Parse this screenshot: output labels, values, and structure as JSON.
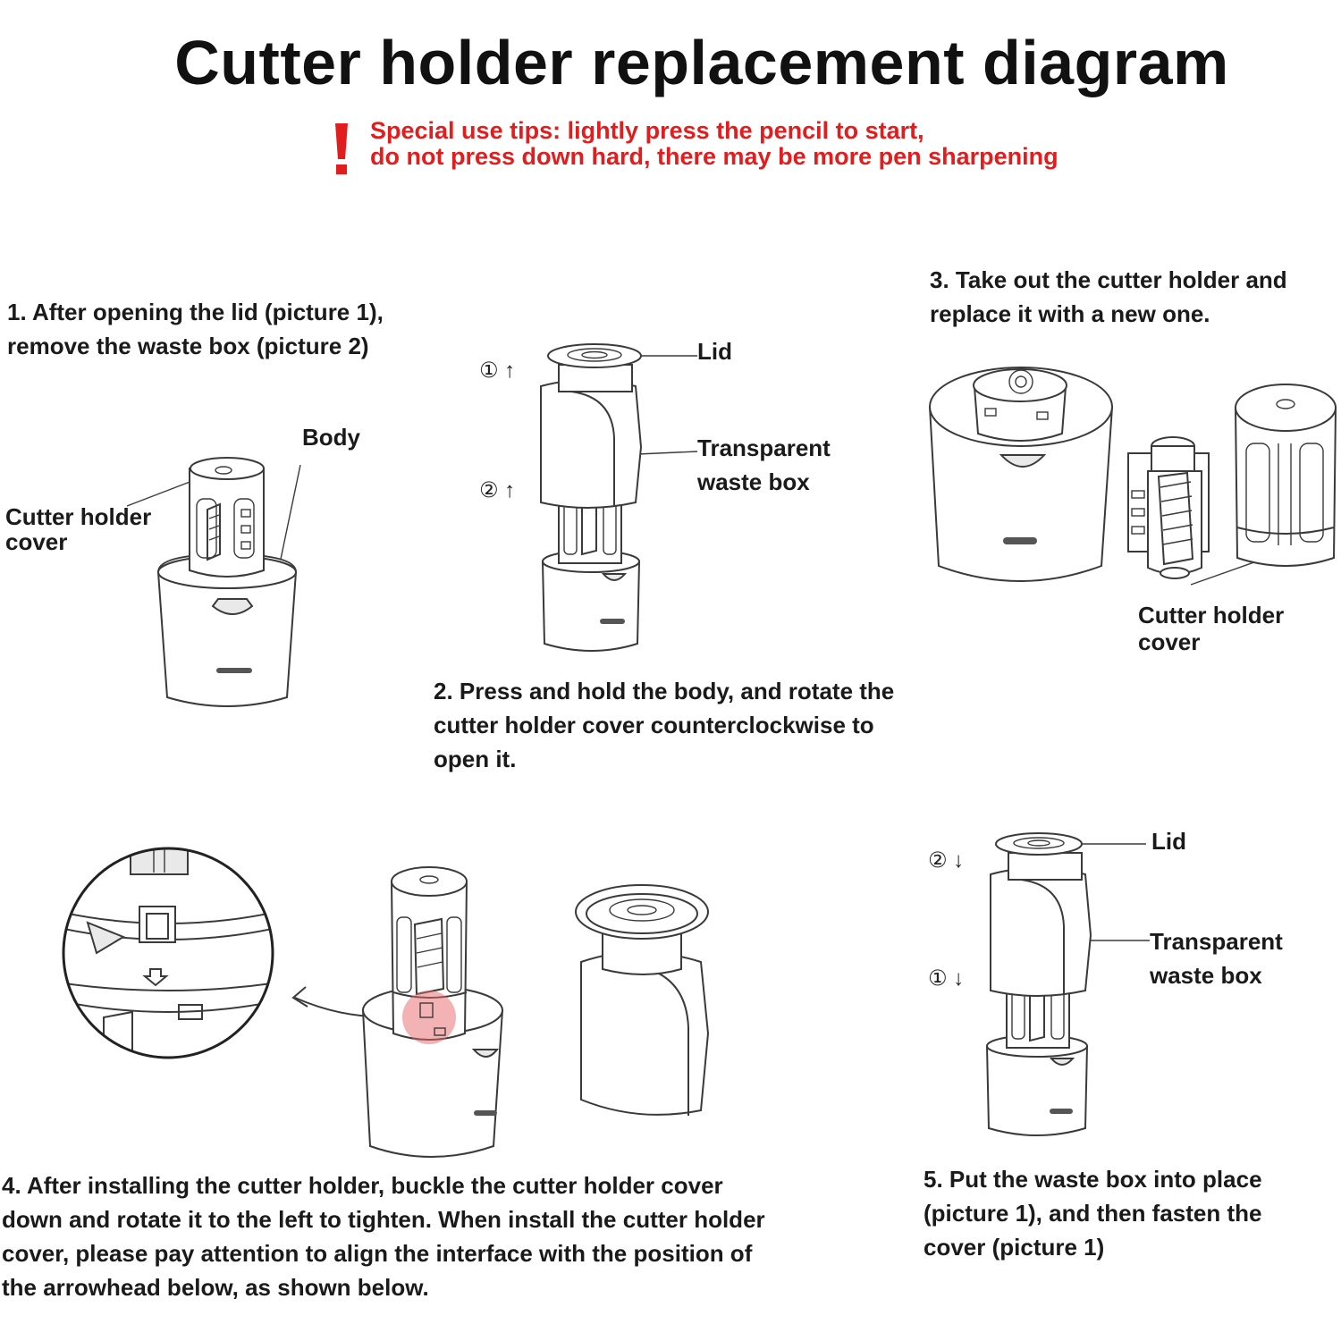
{
  "title": "Cutter holder replacement diagram",
  "tip": {
    "line1": "Special use tips: lightly press the pencil to start,",
    "line2": "do not press down hard, there may be more pen sharpening",
    "color": "#e21d1d"
  },
  "step1": {
    "line1": "1. After opening the lid (picture 1),",
    "line2": "remove the waste box (picture 2)",
    "label_body": "Body",
    "label_cover_1": "Cutter holder",
    "label_cover_2": "cover"
  },
  "step2": {
    "line1": "2. Press and hold the body, and rotate the",
    "line2": "cutter holder cover counterclockwise to",
    "line3": "open it.",
    "marker1": "① ↑",
    "marker2": "② ↑",
    "label_lid": "Lid",
    "label_box_1": "Transparent",
    "label_box_2": "waste box"
  },
  "step3": {
    "line1": "3. Take out the cutter holder and",
    "line2": "replace it with a new one.",
    "label_cover_1": "Cutter holder",
    "label_cover_2": "cover"
  },
  "step4": {
    "line1": "4. After installing the cutter holder, buckle the cutter holder cover",
    "line2": "down and rotate it to the left to tighten. When install the cutter holder",
    "line3": "cover, please pay attention to align the interface with the position of",
    "line4": "the arrowhead below, as shown below."
  },
  "step5": {
    "line1": "5. Put the waste box into place",
    "line2": "(picture 1), and then fasten the",
    "line3": "cover (picture 1)",
    "marker1": "② ↓",
    "marker2": "① ↓",
    "label_lid": "Lid",
    "label_box_1": "Transparent",
    "label_box_2": "waste box"
  }
}
